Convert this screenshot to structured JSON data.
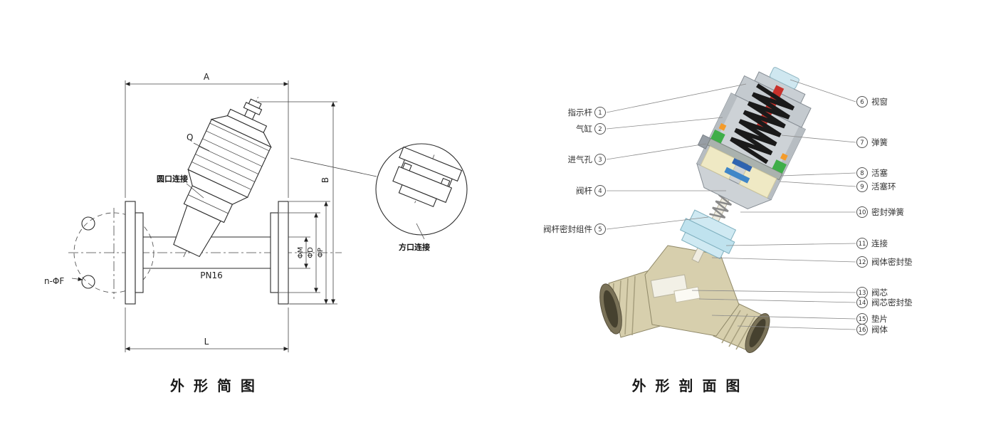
{
  "outline_view": {
    "caption": "外 形 简 图",
    "dims": {
      "a": "A",
      "b": "B",
      "l": "L",
      "q": "Q",
      "phi_m": "ΦM",
      "phi_d": "ΦD",
      "phi_p": "ΦP",
      "pn": "PN16",
      "n_phi_f": "n-ΦF"
    },
    "labels": {
      "round_port": "圆口连接",
      "square_port": "方口连接"
    }
  },
  "section_view": {
    "caption": "外 形 剖 面 图",
    "callouts_left": [
      {
        "num": "1",
        "label": "指示杆"
      },
      {
        "num": "2",
        "label": "气缸"
      },
      {
        "num": "3",
        "label": "进气孔"
      },
      {
        "num": "4",
        "label": "阀杆"
      },
      {
        "num": "5",
        "label": "阀杆密封组件"
      }
    ],
    "callouts_right": [
      {
        "num": "6",
        "label": "视窗"
      },
      {
        "num": "7",
        "label": "弹簧"
      },
      {
        "num": "8",
        "label": "活塞"
      },
      {
        "num": "9",
        "label": "活塞环"
      },
      {
        "num": "10",
        "label": "密封弹簧"
      },
      {
        "num": "11",
        "label": "连接"
      },
      {
        "num": "12",
        "label": "阀体密封垫"
      },
      {
        "num": "13",
        "label": "阀芯"
      },
      {
        "num": "14",
        "label": "阀芯密封垫"
      },
      {
        "num": "15",
        "label": "垫片"
      },
      {
        "num": "16",
        "label": "阀体"
      }
    ],
    "colors": {
      "actuator": "#cdd2d6",
      "body": "#d7cfad",
      "spring": "#1a1a1a",
      "indicator": "#c8312b",
      "piston": "#3fae49",
      "chamber": "#efe9c4",
      "seal": "#2f63b0",
      "connection": "#cfe9f2",
      "window": "#cfe7f0"
    }
  }
}
